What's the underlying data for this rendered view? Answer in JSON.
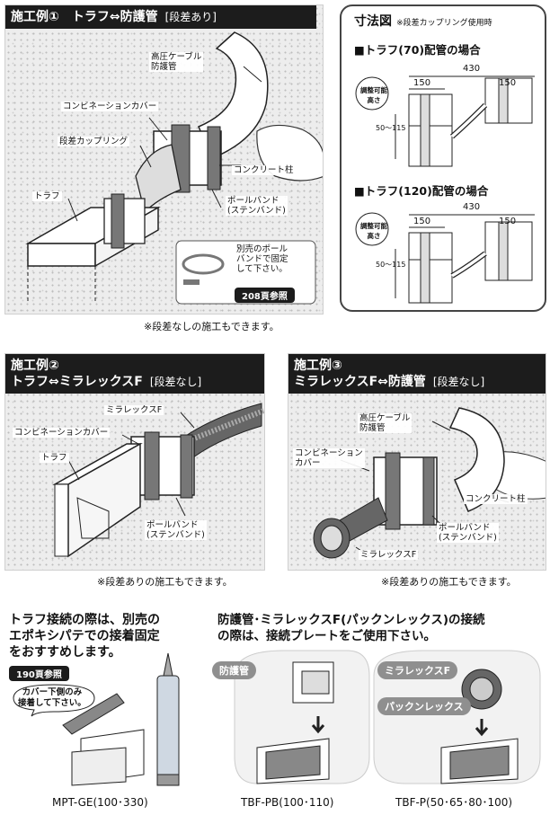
{
  "ex1": {
    "title": "施工例①　トラフ⇔防護管",
    "tag": "[段差あり]",
    "labels": {
      "cable": "高圧ケーブル\n防護管",
      "combination_cover": "コンビネーションカバー",
      "step_coupling": "段差カップリング",
      "concrete_pole": "コンクリート柱",
      "trough": "トラフ",
      "pole_band": "ポールバンド\n(ステンバンド)",
      "sold_separately": "別売のポール\nバンドで固定\nして下さい。",
      "ref": "208頁参照"
    },
    "note": "※段差なしの施工もできます。"
  },
  "dims": {
    "title": "寸法図",
    "subtitle": "※段差カップリング使用時",
    "s70": "■トラフ(70)配管の場合",
    "s120": "■トラフ(120)配管の場合",
    "d430": "430",
    "d150": "150",
    "d50_115": "50～115",
    "adjust": "調整可能\n高さ"
  },
  "ex2": {
    "title": "施工例②",
    "title2": "トラフ⇔ミラレックスF",
    "tag": "[段差なし]",
    "labels": {
      "mirarex": "ミラレックスF",
      "combination_cover": "コンビネーションカバー",
      "trough": "トラフ",
      "pole_band": "ポールバンド\n(ステンバンド)"
    },
    "note": "※段差ありの施工もできます。"
  },
  "ex3": {
    "title": "施工例③",
    "title2": "ミラレックスF⇔防護管",
    "tag": "[段差なし]",
    "labels": {
      "cable": "高圧ケーブル\n防護管",
      "combination_cover": "コンビネーション\nカバー",
      "concrete_pole": "コンクリート柱",
      "pole_band": "ポールバンド\n(ステンバンド)",
      "mirarex": "ミラレックスF"
    },
    "note": "※段差ありの施工もできます。"
  },
  "bottom_left": {
    "text": "トラフ接続の際は、別売の\nエポキシパテでの接着固定\nをおすすめします。",
    "ref": "190頁参照",
    "callout": "カバー下側のみ\n接着して下さい。",
    "caption": "MPT-GE(100･330)"
  },
  "bottom_right": {
    "text": "防護管･ミラレックスF(パックンレックス)の接続\nの際は、接続プレートをご使用下さい。",
    "bubble_pipe": "防護管",
    "bubble_mirarex": "ミラレックスF",
    "bubble_pakkun": "パックンレックス",
    "caption1": "TBF-PB(100･110)",
    "caption2": "TBF-P(50･65･80･100)"
  },
  "colors": {
    "header": "#1c1c1c",
    "panel": "#ededed",
    "part": "#ffffff",
    "band": "#777777"
  }
}
